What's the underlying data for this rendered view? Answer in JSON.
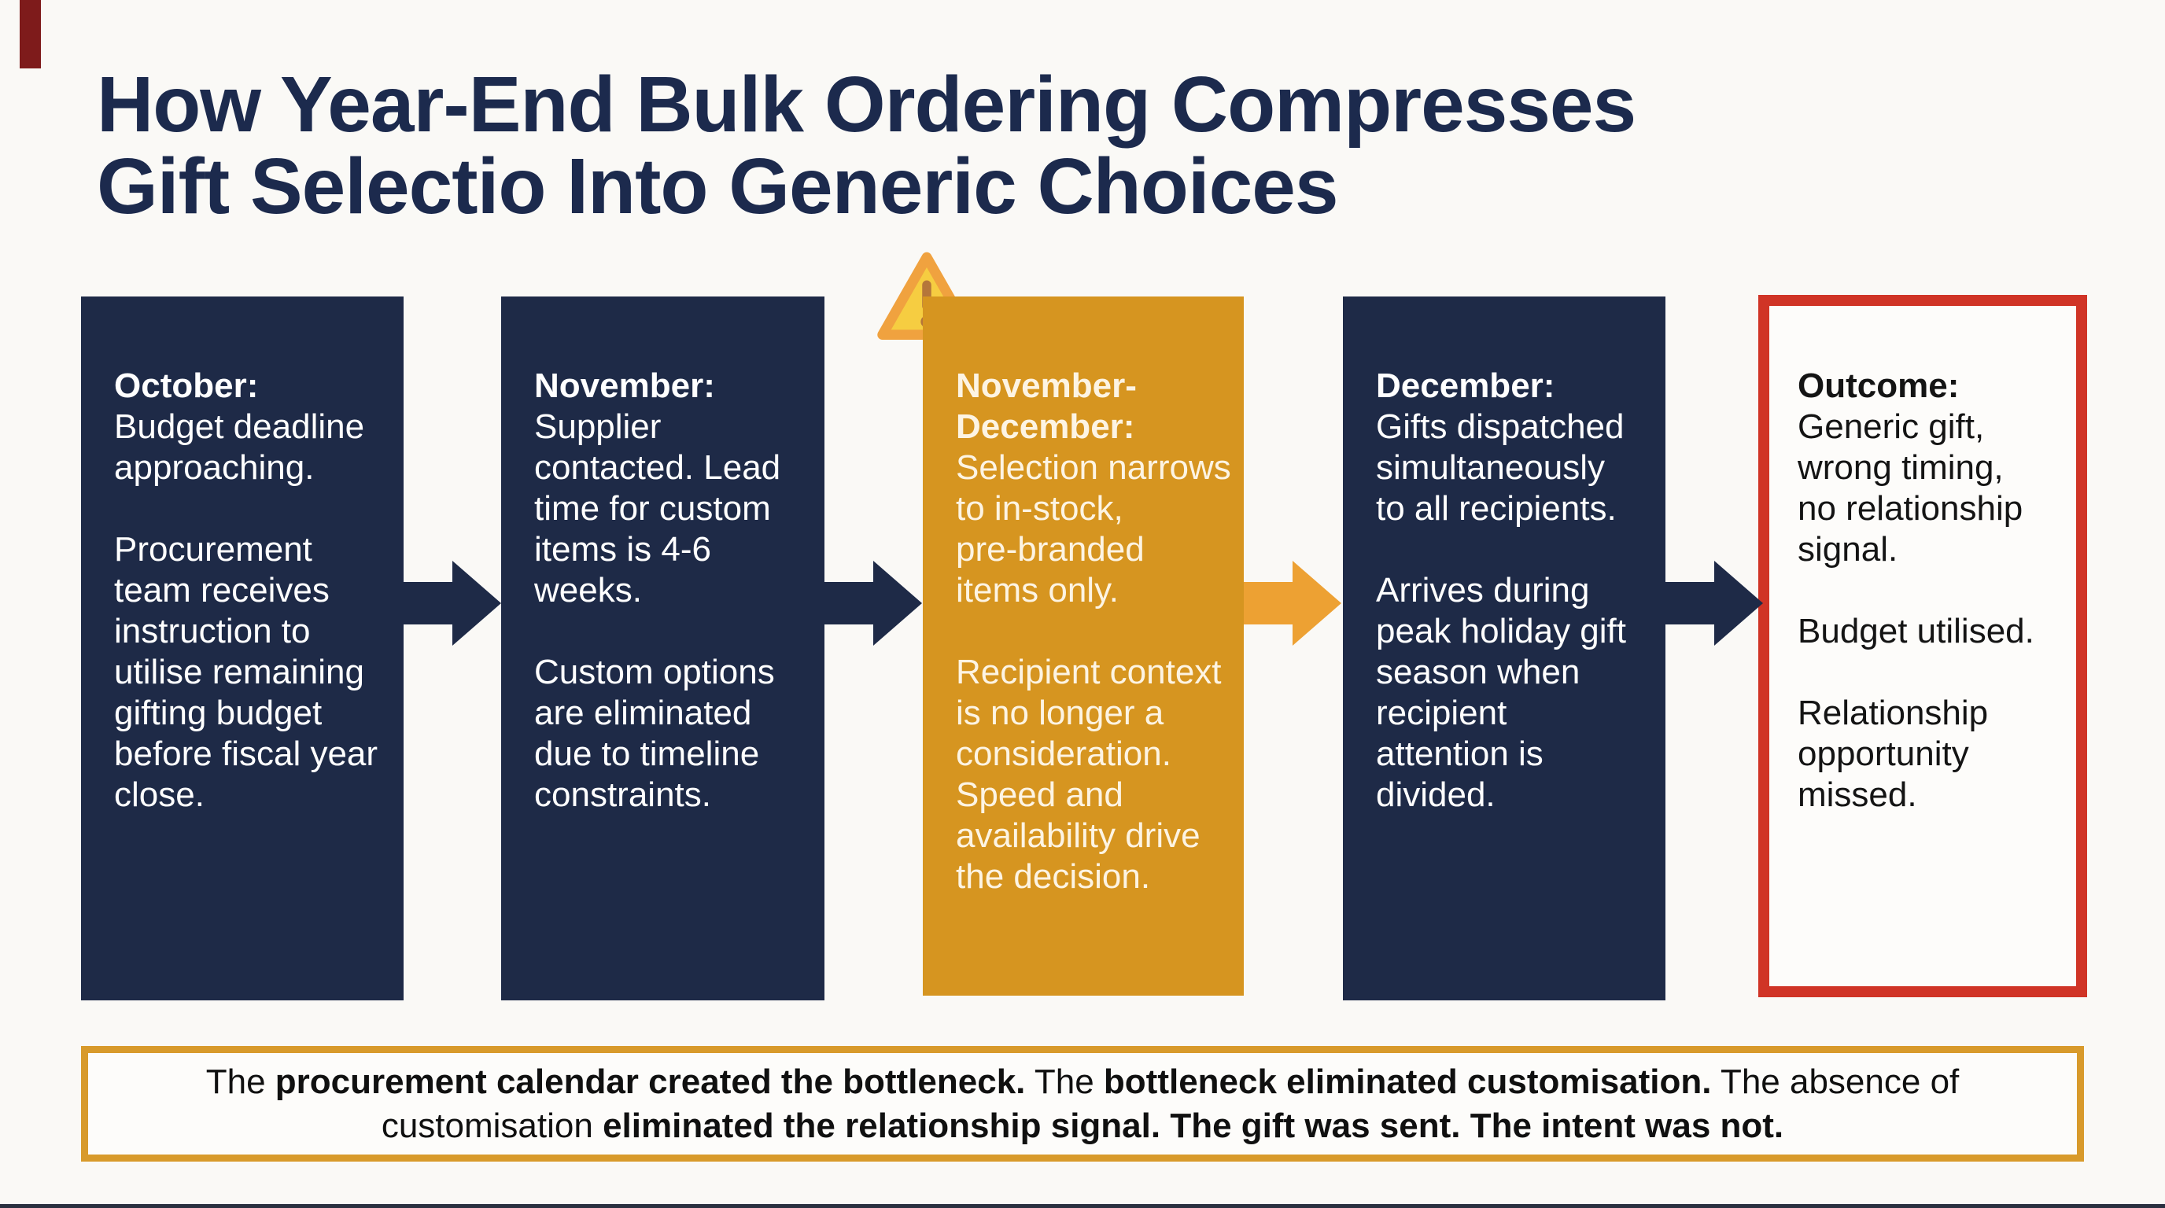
{
  "title": "How Year-End Bulk Ordering Compresses\nGift Selectio Into Generic Choices",
  "flow": {
    "boxes": [
      {
        "id": "october",
        "variant": "navy",
        "heading": "October:",
        "body": "Budget deadline\napproaching.\n\nProcurement\nteam receives\ninstruction to\nutilise remaining\ngifting budget\nbefore fiscal year\nclose."
      },
      {
        "id": "november",
        "variant": "navy",
        "heading": "November:",
        "body": "Supplier\ncontacted. Lead\ntime for custom\nitems is 4-6\nweeks.\n\nCustom options\nare eliminated\ndue to timeline\nconstraints."
      },
      {
        "id": "november-december",
        "variant": "orange",
        "heading": "November-\nDecember:",
        "body": "Selection narrows\nto in-stock,\npre-branded\nitems only.\n\nRecipient context\nis no longer a\nconsideration.\nSpeed and\navailability drive\nthe decision."
      },
      {
        "id": "december",
        "variant": "navy",
        "heading": "December:",
        "body": "Gifts dispatched\nsimultaneously\nto all recipients.\n\nArrives during\npeak holiday gift\nseason when\nrecipient\nattention is\ndivided."
      },
      {
        "id": "outcome",
        "variant": "outcome",
        "heading": "Outcome:",
        "body": "Generic gift,\nwrong timing,\nno relationship\nsignal.\n\nBudget utilised.\n\nRelationship\nopportunity\nmissed."
      }
    ],
    "arrows": [
      {
        "color": "navy"
      },
      {
        "color": "navy"
      },
      {
        "color": "orange"
      },
      {
        "color": "navy"
      }
    ]
  },
  "warning_icon": "exclamation-triangle",
  "banner": {
    "segments": [
      {
        "text": "The ",
        "bold": false
      },
      {
        "text": "procurement calendar created the bottleneck.",
        "bold": true
      },
      {
        "text": " The ",
        "bold": false
      },
      {
        "text": "bottleneck eliminated customisation.",
        "bold": true
      },
      {
        "text": " The absence of customisation ",
        "bold": false
      },
      {
        "text": "eliminated the relationship signal. The gift was sent. The intent was not.",
        "bold": true
      }
    ]
  },
  "colors": {
    "navy": "#1e2a47",
    "orange_box": "#d69520",
    "orange_arrow": "#eda133",
    "banner_border": "#d89a2b",
    "outcome_border": "#d03426",
    "title_text": "#1c2a4d",
    "accent_bar": "#7e1b1b",
    "background": "#faf9f6"
  }
}
